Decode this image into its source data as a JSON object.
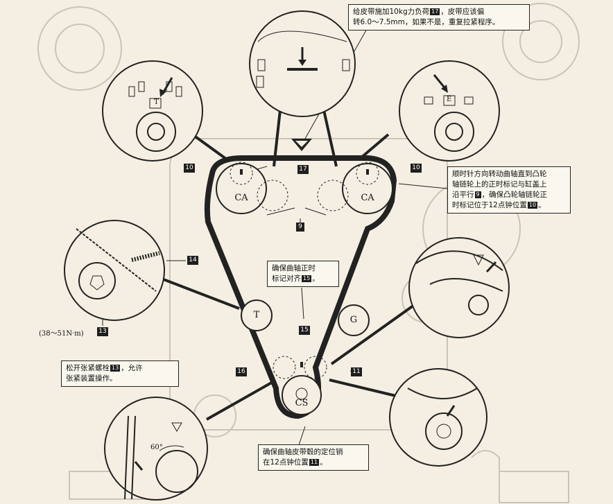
{
  "notes": {
    "tension": "给皮带施加10kg力负荷",
    "tension_tag": "17",
    "tension_2": "，皮带应该偏",
    "tension_3": "转6.0～7.5mm，如果不是，重复拉紧程序。",
    "rotate_1": "顺时针方向转动曲轴直到凸轮",
    "rotate_2": "轴链轮上的正时标记与缸盖上",
    "rotate_3": "沿平行",
    "rotate_tag1": "9",
    "rotate_4": "，确保凸轮轴链轮正",
    "rotate_5": "时标记位于12点钟位置",
    "rotate_tag2": "10",
    "crank_1": "确保曲轴正时",
    "crank_2": "标记对齐",
    "crank_tag": "15",
    "loosen_1": "松开张紧螺栓",
    "loosen_tag": "13",
    "loosen_2": "，允许",
    "loosen_3": "张紧装置操作。",
    "pin_1": "确保曲轴皮带毂的定位销",
    "pin_2": "在12点钟位置",
    "pin_tag": "11"
  },
  "callouts": {
    "c10_left": "10",
    "c10_right": "10",
    "c17": "17",
    "c9": "9",
    "c14": "14",
    "c13": "13",
    "c15": "15",
    "c16": "16",
    "c11": "11"
  },
  "torque": "(38～51N·m)",
  "pulleys": {
    "ca_left": "CA",
    "ca_right": "CA",
    "tensioner": "T",
    "idler": "G",
    "crank": "CS"
  },
  "marks": {
    "cam_left_mark": "T",
    "cam_right_mark": "E",
    "angle": "60°"
  }
}
